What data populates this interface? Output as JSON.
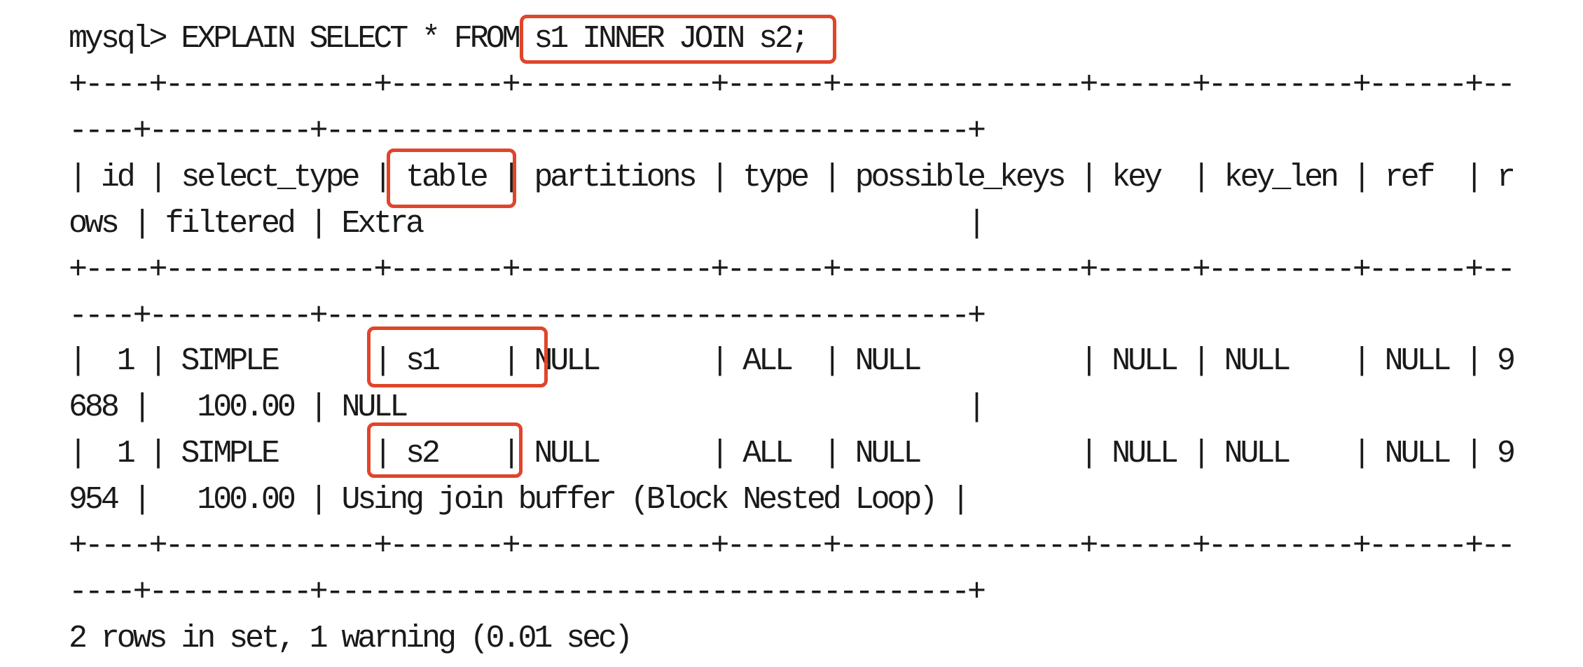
{
  "terminal": {
    "prompt_line": "mysql> EXPLAIN SELECT * FROM s1 INNER JOIN s2;",
    "border_a": "+----+-------------+-------+------------+------+---------------+------+---------+------+--",
    "border_b": "----+----------+----------------------------------------+",
    "header_a": "| id | select_type | table | partitions | type | possible_keys | key  | key_len | ref  | r",
    "header_b": "ows | filtered | Extra                                  |",
    "row1_a": "|  1 | SIMPLE      | s1    | NULL       | ALL  | NULL          | NULL | NULL    | NULL | 9",
    "row1_b": "688 |   100.00 | NULL                                   |",
    "row2_a": "|  1 | SIMPLE      | s2    | NULL       | ALL  | NULL          | NULL | NULL    | NULL | 9",
    "row2_b": "954 |   100.00 | Using join buffer (Block Nested Loop) |",
    "footer": "2 rows in set, 1 warning (0.01 sec)"
  },
  "colors": {
    "text": "#1a1a1a",
    "highlight": "#e0452a",
    "background": "#ffffff"
  }
}
